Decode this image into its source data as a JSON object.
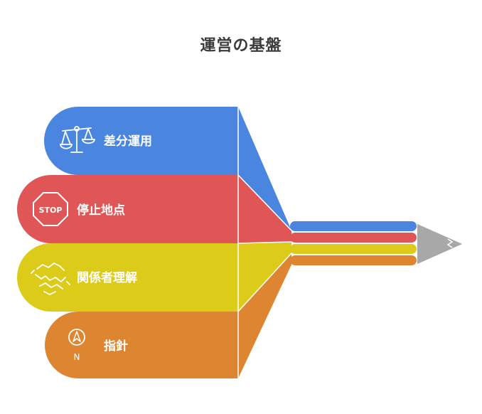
{
  "title": "運営の基盤",
  "bands": [
    {
      "label": "差分運用",
      "icon": "balance-scale-icon",
      "color": "#4a86e0"
    },
    {
      "label": "停止地点",
      "icon": "stop-sign-icon",
      "color": "#e05656",
      "icon_text": "STOP"
    },
    {
      "label": "関係者理解",
      "icon": "handshake-icon",
      "color": "#dccb18"
    },
    {
      "label": "指針",
      "icon": "compass-icon",
      "color": "#dd8530",
      "icon_text": "N"
    }
  ],
  "arrow_color": "#a8a8a8"
}
